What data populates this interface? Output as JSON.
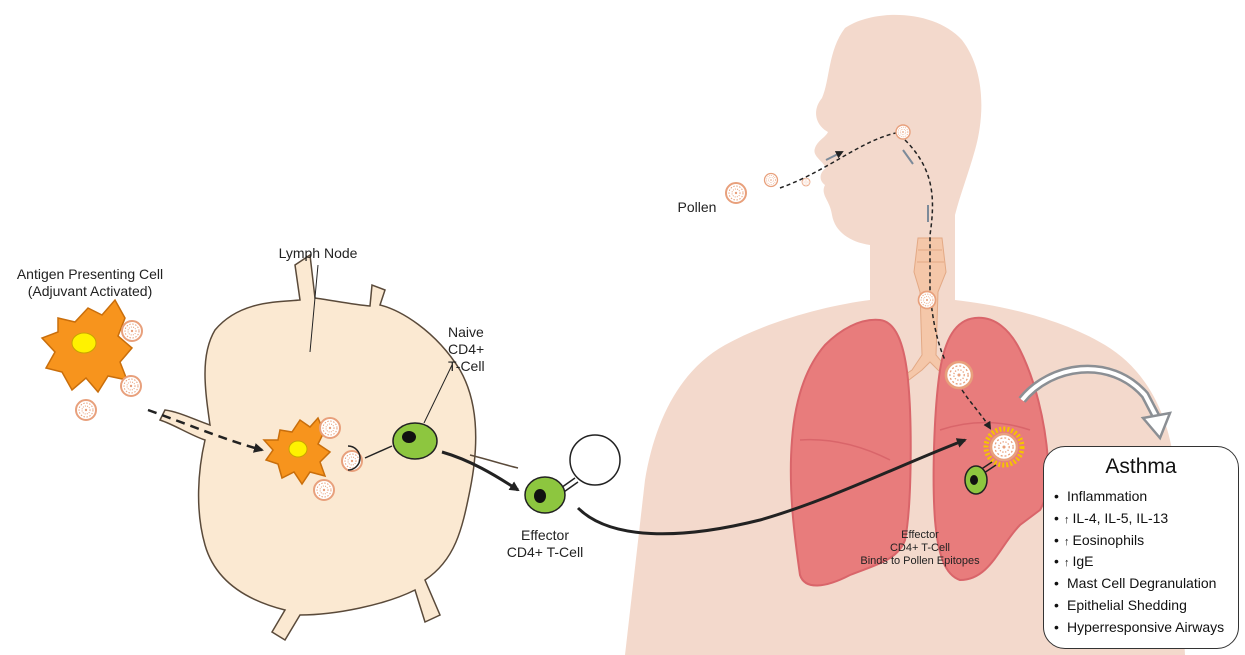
{
  "labels": {
    "apc_line1": "Antigen Presenting Cell",
    "apc_line2": "(Adjuvant Activated)",
    "lymph_node": "Lymph Node",
    "naive_line1": "Naive",
    "naive_line2": "CD4+",
    "naive_line3": "T-Cell",
    "effector_line1": "Effector",
    "effector_line2": "CD4+ T-Cell",
    "pollen": "Pollen",
    "binds_line1": "Effector",
    "binds_line2": "CD4+ T-Cell",
    "binds_line3": "Binds to Pollen Epitopes"
  },
  "asthma": {
    "title": "Asthma",
    "items": [
      {
        "arrow": "",
        "text": "Inflammation"
      },
      {
        "arrow": "↑",
        "text": "IL-4, IL-5, IL-13"
      },
      {
        "arrow": "↑",
        "text": "Eosinophils"
      },
      {
        "arrow": "↑",
        "text": "IgE"
      },
      {
        "arrow": "",
        "text": "Mast Cell Degranulation"
      },
      {
        "arrow": "",
        "text": "Epithelial Shedding"
      },
      {
        "arrow": "",
        "text": "Hyperresponsive Airways"
      }
    ]
  },
  "colors": {
    "skin": "#f3d9cc",
    "lymph_node": "#fbe9d2",
    "apc": "#f7941d",
    "apc_nucleus": "#fff200",
    "t_cell": "#8dc63f",
    "lung": "#e87c7c",
    "lung_dark": "#d9656a",
    "trachea": "#f5c7a9",
    "pollen": "#e8a07c",
    "epitope_glow": "#f5c400"
  }
}
